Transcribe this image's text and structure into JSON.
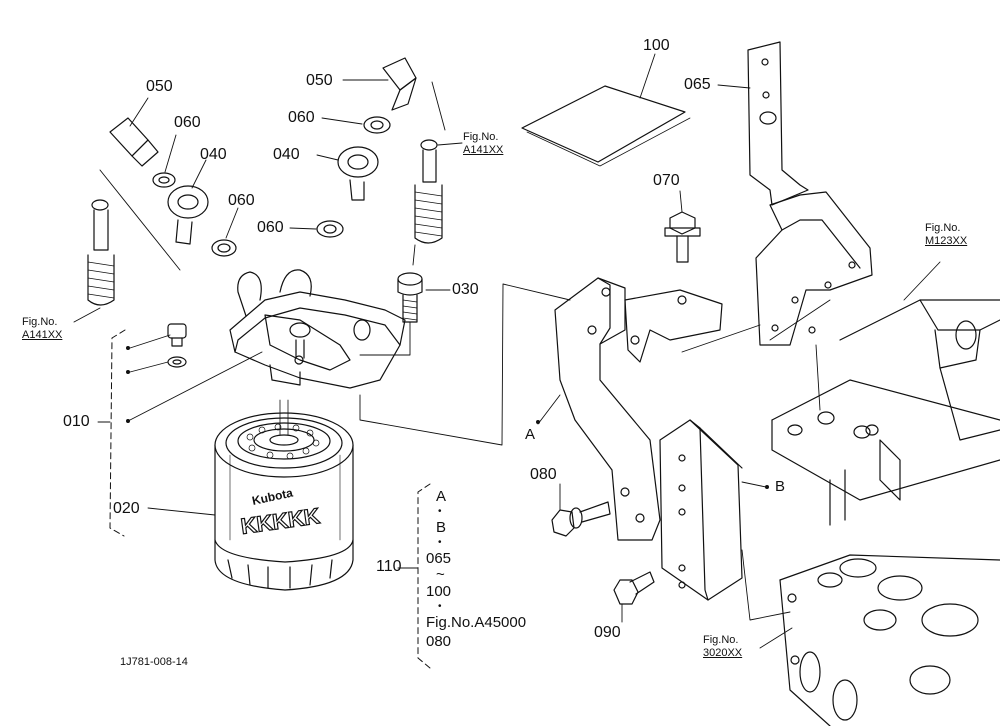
{
  "parts": {
    "p010": "010",
    "p020": "020",
    "p030": "030",
    "p040a": "040",
    "p040b": "040",
    "p050a": "050",
    "p050b": "050",
    "p060a": "060",
    "p060b": "060",
    "p060c": "060",
    "p060d": "060",
    "p065": "065",
    "p070": "070",
    "p080": "080",
    "p090": "090",
    "p100": "100",
    "p110": "110"
  },
  "refs": {
    "a141_left": {
      "title": "Fig.No.",
      "code": "A141XX"
    },
    "a141_right": {
      "title": "Fig.No.",
      "code": "A141XX"
    },
    "m123": {
      "title": "Fig.No.",
      "code": "M123XX"
    },
    "f3020": {
      "title": "Fig.No.",
      "code": "3020XX"
    }
  },
  "letters": {
    "a": "A",
    "b": "B"
  },
  "filter_brand": "Kubota",
  "filter_marks": "KKKKK",
  "kit_list": [
    "A",
    "•",
    "B",
    "•",
    "065",
    "~",
    "100",
    "•",
    "Fig.No.A45000",
    "080"
  ],
  "diagram_code": "1J781-008-14"
}
